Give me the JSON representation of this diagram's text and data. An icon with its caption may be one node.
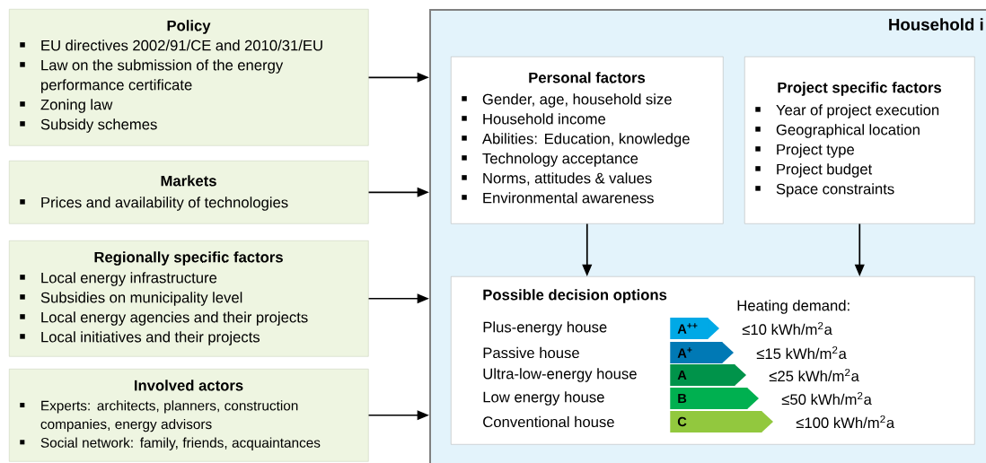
{
  "diagram": {
    "nodes": [
      {
        "text": [
          "Policy",
          "EU directives 2002/91/CE and 2010/31/EU",
          "Law on the submission of the energy performance certificate",
          "Zoning law",
          "Subsidy schemes"
        ]
      },
      {
        "text": [
          "Markets",
          "Prices and availability of technologies"
        ]
      },
      {
        "text": [
          "Regionally specific factors",
          "Local energy infrastructure",
          "Subsidies on municipality level",
          "Local energy agencies and their projects",
          "Local initiatives and their projects"
        ]
      },
      {
        "text": [
          "Involved actors",
          "Experts: architects, planners, construction companies, energy advisors",
          "Social network: family, friends, acquaintances"
        ]
      },
      {
        "text": [
          "Household i"
        ]
      },
      {
        "text": [
          "Personal factors",
          "Gender, age, household size",
          "Household income",
          "Abilities: Education, knowledge",
          "Technology acceptance",
          "Norms, attitudes & values",
          "Environmental awareness"
        ],
        "in": 4
      },
      {
        "text": [
          "Project specific factors",
          "Year of project execution",
          "Geographical location",
          "Project type",
          "Project budget",
          "Space constraints"
        ],
        "in": 4
      },
      {
        "text": [
          "Possible decision options",
          "Heating demand:",
          "Plus-energy house",
          "Passive house",
          "Ultra-low-energy house",
          "Low energy house",
          "Conventional house",
          "≤10 kWh/m$^{2}$a",
          "≤15 kWh/m$^{2}$a",
          "≤25 kWh/m$^{2}$a",
          "≤50 kWh/m$^{2}$a",
          "≤100 kWh/m$^{2}$a"
        ],
        "in": 4
      },
      {
        "text": [
          "A$^{++}$"
        ],
        "in": 7
      },
      {
        "text": [
          "A$^{+}$"
        ],
        "in": 7
      },
      {
        "text": [
          "A"
        ],
        "in": 7
      },
      {
        "text": [
          "B"
        ],
        "in": 7
      },
      {
        "text": [
          "C"
        ],
        "in": 7
      }
    ],
    "edges": [
      {
        "from": 0,
        "to": 4,
        "arrow": "to"
      },
      {
        "from": 1,
        "to": 4,
        "arrow": "to"
      },
      {
        "from": 2,
        "to": 4,
        "arrow": "to"
      },
      {
        "from": 3,
        "to": 4,
        "arrow": "to"
      },
      {
        "from": 5,
        "to": 7,
        "arrow": "to"
      },
      {
        "from": 6,
        "to": 7,
        "arrow": "to"
      }
    ]
  }
}
